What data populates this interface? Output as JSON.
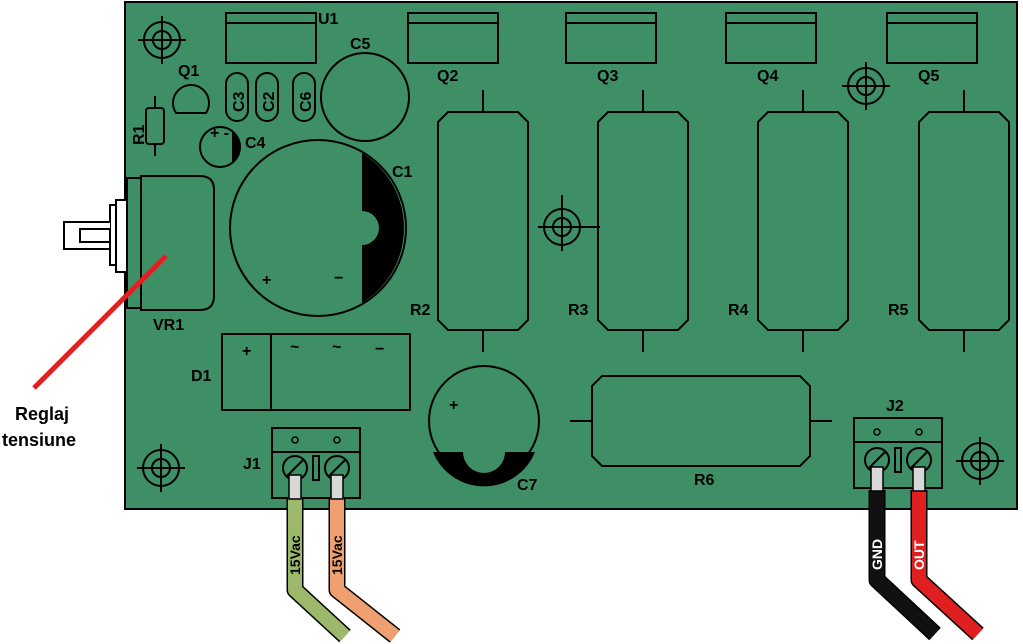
{
  "board": {
    "color": "#3f8f66",
    "outline": "#000000"
  },
  "components": {
    "U1": "U1",
    "Q1": "Q1",
    "R1": "R1",
    "C3": "C3",
    "C2": "C2",
    "C6": "C6",
    "C5": "C5",
    "C4": "C4",
    "C4_polarity": "+ -",
    "C1": "C1",
    "Q2": "Q2",
    "Q3": "Q3",
    "Q4": "Q4",
    "Q5": "Q5",
    "R2": "R2",
    "R3": "R3",
    "R4": "R4",
    "R5": "R5",
    "R6": "R6",
    "VR1": "VR1",
    "D1": "D1",
    "C7": "C7",
    "J1": "J1",
    "J2": "J2"
  },
  "symbols": {
    "plus": "+",
    "minus": "−",
    "tilde": "~",
    "minus_d1": "−"
  },
  "annotation": {
    "line1": "Reglaj",
    "line2": "tensiune",
    "line_color": "#e02020"
  },
  "wires": {
    "j1_left": {
      "label": "15Vac",
      "color": "#9cb86a"
    },
    "j1_right": {
      "label": "15Vac",
      "color": "#f0a070"
    },
    "j2_left": {
      "label": "GND",
      "color": "#111111",
      "text_color": "#ffffff"
    },
    "j2_right": {
      "label": "OUT",
      "color": "#e02020",
      "text_color": "#ffffff"
    }
  }
}
